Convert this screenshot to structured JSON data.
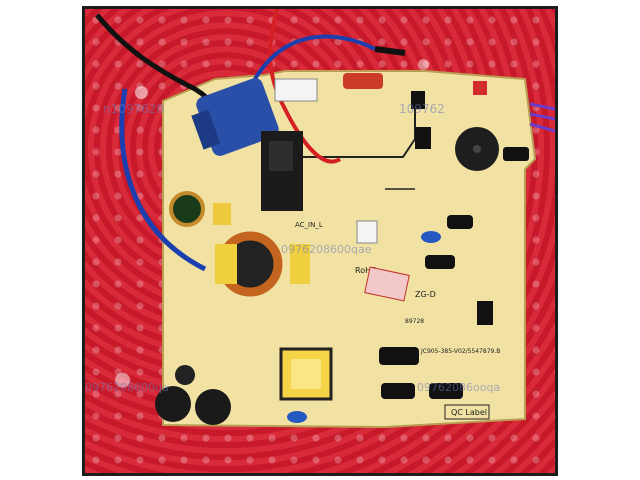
{
  "image": {
    "silkscreen": {
      "model_code": "JC905-385-V02/5547879.B",
      "zg_label": "ZG-D",
      "rohs_label": "RoHS",
      "qc_label": "QC Label",
      "ac_label": "AC_IN_L",
      "part_code": "89728"
    },
    "watermarks": [
      "n1097620",
      "109762",
      "0976208600qae",
      "0976208600qa",
      "09762086ooqa"
    ]
  },
  "colors": {
    "bubble_wrap": "#c61c2c",
    "pcb": "#f2e3a6",
    "capacitor_blue": "#2a4fa8",
    "relay_black": "#1b1b1b",
    "transformer_yellow": "#f5d447"
  }
}
